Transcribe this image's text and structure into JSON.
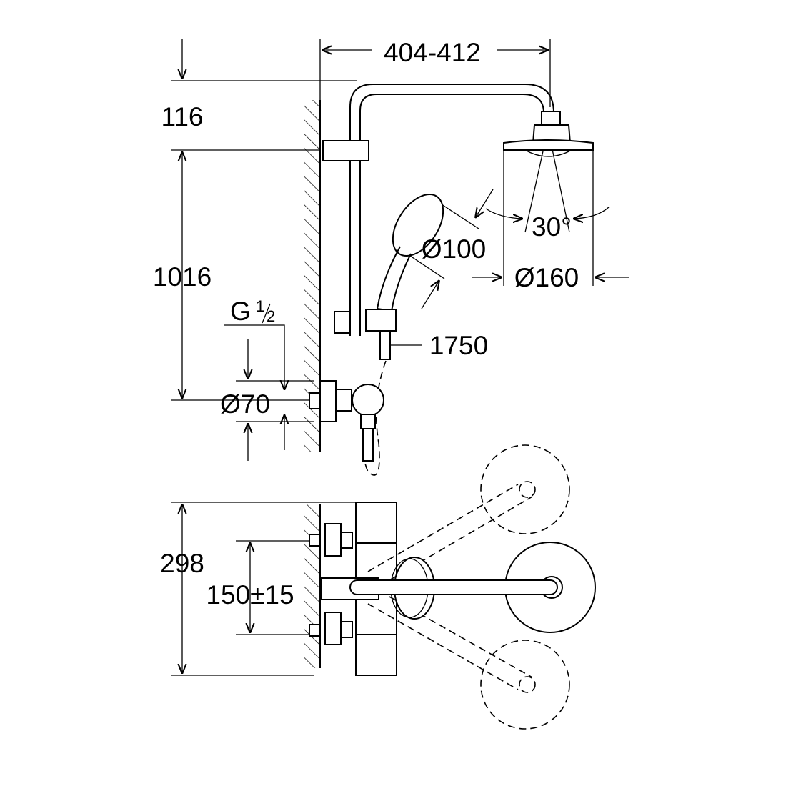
{
  "title": "Shower system dimension drawing",
  "dimensions": {
    "rail_projection": "404-412",
    "top_offset": "116",
    "height": "1016",
    "thread": "G",
    "thread_num": "1",
    "thread_den": "2",
    "escutcheon": "Ø70",
    "hand_shower": "Ø100",
    "head_shower": "Ø160",
    "angle": "30°",
    "hose": "1750",
    "depth": "298",
    "centers": "150±15"
  },
  "colors": {
    "line": "#000000",
    "background": "#ffffff"
  }
}
